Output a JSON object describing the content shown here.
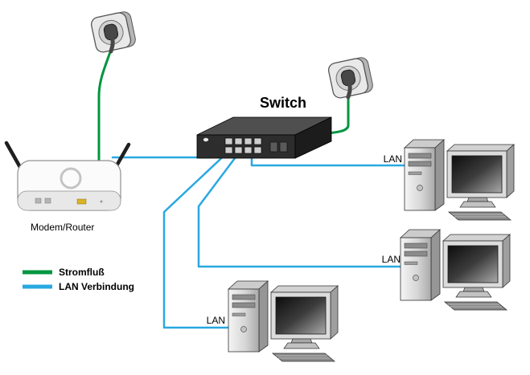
{
  "diagram": {
    "switch_label": "Switch",
    "router_label": "Modem/Router",
    "lan_labels": [
      "LAN",
      "LAN",
      "LAN"
    ]
  },
  "legend": {
    "items": [
      {
        "label": "Stromfluß",
        "color": "#009640"
      },
      {
        "label": "LAN Verbindung",
        "color": "#29A8E1"
      }
    ]
  },
  "colors": {
    "power_cable": "#009640",
    "lan_cable": "#29A8E1"
  }
}
